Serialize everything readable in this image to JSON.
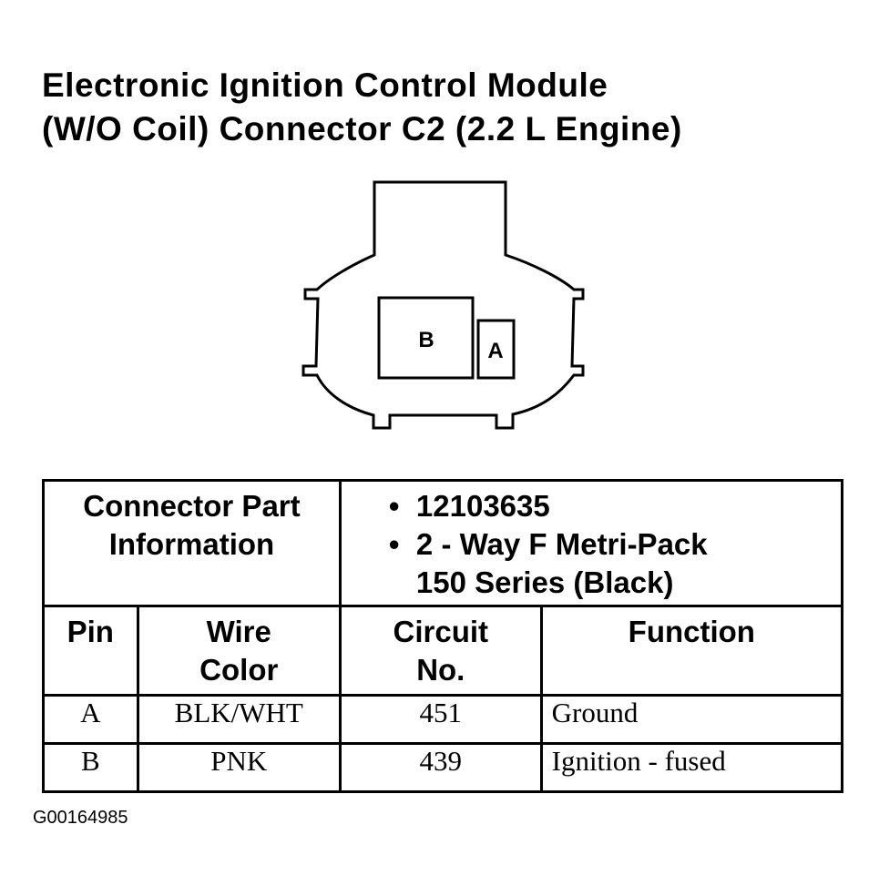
{
  "title": {
    "line1": "Electronic Ignition Control Module",
    "line2": "(W/O Coil) Connector C2 (2.2 L Engine)"
  },
  "connector": {
    "cavity_b": "B",
    "cavity_a": "A"
  },
  "table": {
    "part_info_label": "Connector Part Information",
    "part_info": {
      "bullet": "•",
      "item1": "12103635",
      "item2_line1": "2 - Way F Metri-Pack",
      "item2_line2": "150 Series (Black)"
    },
    "headers": {
      "pin": "Pin",
      "wire_color": "Wire Color",
      "circuit_no": "Circuit No.",
      "function": "Function"
    },
    "rows": [
      {
        "pin": "A",
        "wire_color": "BLK/WHT",
        "circuit": "451",
        "function": "Ground"
      },
      {
        "pin": "B",
        "wire_color": "PNK",
        "circuit": "439",
        "function": "Ignition - fused"
      }
    ]
  },
  "figure_id": "G00164985"
}
